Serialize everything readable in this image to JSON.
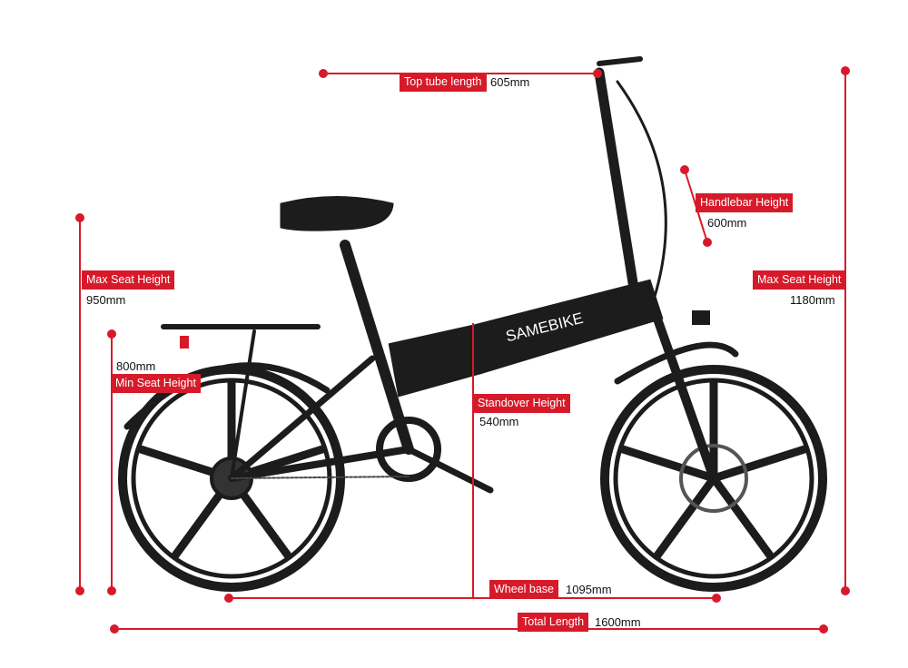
{
  "colors": {
    "accent": "#d71a2a",
    "bike": "#1c1c1c",
    "tire_text": "#e06a1a"
  },
  "brand": "SAMEBIKE",
  "dimensions": {
    "top_tube": {
      "label": "Top tube length",
      "value": "605mm"
    },
    "handlebar": {
      "label": "Handlebar Height",
      "value": "600mm"
    },
    "max_seat_right": {
      "label": "Max Seat Height",
      "value": "1180mm"
    },
    "max_seat_left": {
      "label": "Max Seat Height",
      "value": "950mm"
    },
    "min_seat": {
      "label": "Min Seat Height",
      "value": "800mm"
    },
    "standover": {
      "label": "Standover Height",
      "value": "540mm"
    },
    "wheel_base": {
      "label": "Wheel base",
      "value": "1095mm"
    },
    "total_length": {
      "label": "Total Length",
      "value": "1600mm"
    }
  }
}
